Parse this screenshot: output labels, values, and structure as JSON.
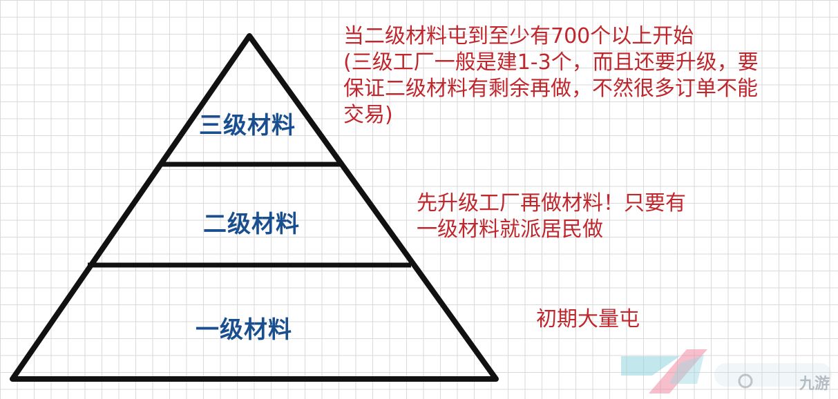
{
  "tiers": [
    {
      "label": "三级材料"
    },
    {
      "label": "二级材料"
    },
    {
      "label": "一级材料"
    }
  ],
  "notes": {
    "tier3": [
      "当二级材料屯到至少有700个以上开始",
      "(三级工厂一般是建1-3个，而且还要升级，要",
      "保证二级材料有剩余再做，不然很多订单不能",
      "交易)"
    ],
    "tier2": [
      "先升级工厂再做材料！只要有",
      "一级材料就派居民做"
    ],
    "tier1": [
      "初期大量屯"
    ]
  },
  "watermark": {
    "text": "九游"
  },
  "colors": {
    "tier_label": "#1a4f8f",
    "note": "#c0272d",
    "outline": "#111111",
    "grid": "#d9d9d9"
  }
}
